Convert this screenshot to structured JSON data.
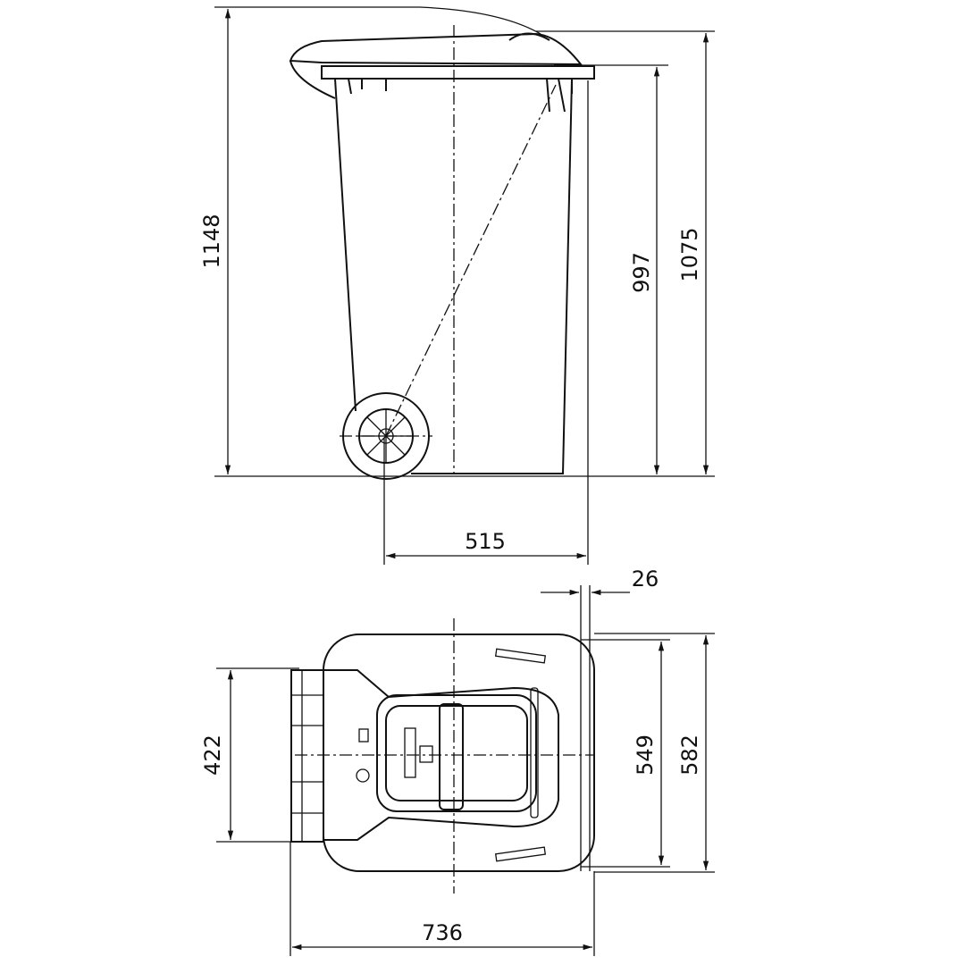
{
  "drawing": {
    "side_view": {
      "height_overall": "1148",
      "height_rim": "997",
      "height_lid": "1075",
      "depth_wheel_to_back": "515"
    },
    "top_view": {
      "rim_offset": "26",
      "handle_width": "422",
      "inner_depth": "549",
      "outer_depth": "582",
      "overall_length": "736"
    }
  }
}
